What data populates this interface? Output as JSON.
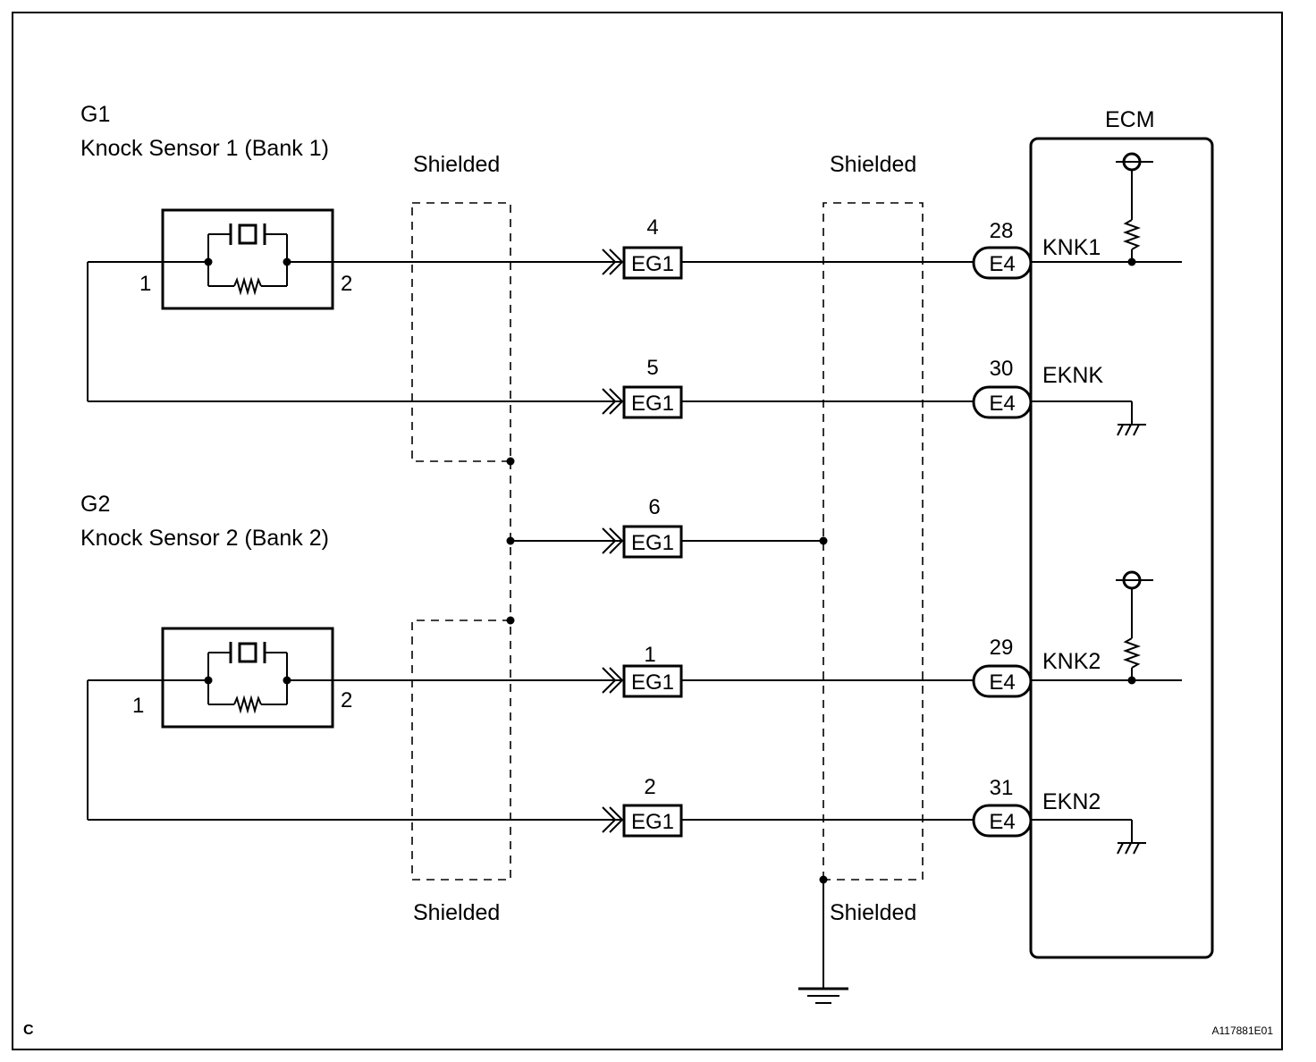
{
  "figure_code": "C",
  "figure_id": "A117881E01",
  "sensor1": {
    "code": "G1",
    "name": "Knock Sensor 1 (Bank 1)",
    "pin_left": "1",
    "pin_right": "2"
  },
  "sensor2": {
    "code": "G2",
    "name": "Knock Sensor 2 (Bank 2)",
    "pin_left": "1",
    "pin_right": "2"
  },
  "shield_labels": {
    "top_left": "Shielded",
    "top_right": "Shielded",
    "bottom_left": "Shielded",
    "bottom_right": "Shielded"
  },
  "ecm": {
    "title": "ECM"
  },
  "rows": [
    {
      "pin": "4",
      "connector": "EG1",
      "ecm_pin": "28",
      "ecm_connector": "E4",
      "signal": "KNK1"
    },
    {
      "pin": "5",
      "connector": "EG1",
      "ecm_pin": "30",
      "ecm_connector": "E4",
      "signal": "EKNK"
    },
    {
      "pin": "6",
      "connector": "EG1"
    },
    {
      "pin": "1",
      "connector": "EG1",
      "ecm_pin": "29",
      "ecm_connector": "E4",
      "signal": "KNK2"
    },
    {
      "pin": "2",
      "connector": "EG1",
      "ecm_pin": "31",
      "ecm_connector": "E4",
      "signal": "EKN2"
    }
  ]
}
